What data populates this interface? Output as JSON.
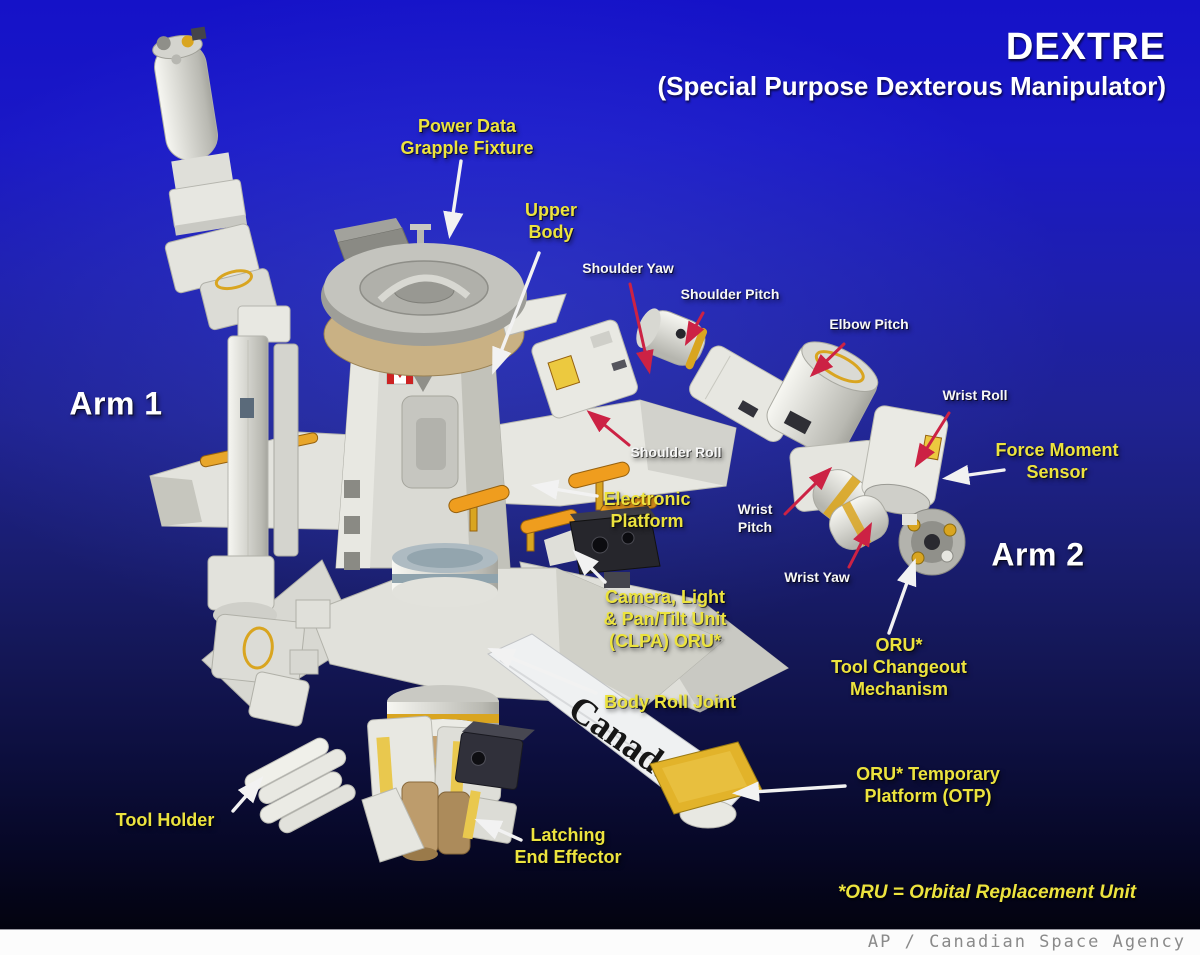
{
  "header": {
    "title": "DEXTRE",
    "subtitle": "(Special Purpose Dexterous Manipulator)"
  },
  "arm_labels": {
    "arm1": "Arm 1",
    "arm2": "Arm 2"
  },
  "callouts": {
    "power_data_grapple_fixture": "Power Data\nGrapple Fixture",
    "upper_body": "Upper\nBody",
    "shoulder_yaw": "Shoulder Yaw",
    "shoulder_pitch": "Shoulder Pitch",
    "elbow_pitch": "Elbow Pitch",
    "wrist_roll": "Wrist Roll",
    "force_moment_sensor": "Force Moment\nSensor",
    "shoulder_roll": "Shoulder Roll",
    "electronic_platform": "Electronic\nPlatform",
    "wrist_pitch": "Wrist\nPitch",
    "wrist_yaw": "Wrist Yaw",
    "camera_light_pan_tilt": "Camera, Light\n& Pan/Tilt Unit\n(CLPA) ORU*",
    "body_roll_joint": "Body Roll Joint",
    "oru_tool_changeout": "ORU*\nTool Changeout\nMechanism",
    "tool_holder": "Tool Holder",
    "latching_end_effector": "Latching\nEnd Effector",
    "oru_temporary_platform": "ORU* Temporary\nPlatform (OTP)"
  },
  "footnote": "*ORU = Orbital Replacement Unit",
  "credit": "AP / Canadian Space Agency",
  "robot": {
    "boom_wordmark": "Canada"
  },
  "colors": {
    "background_top": "#1512c8",
    "background_bottom": "#03030f",
    "label_yellow": "#ece33e",
    "label_white": "#f7f7f7",
    "arrow_red": "#cc2244",
    "arrow_white": "#f2f2f2",
    "robot_gold": "#d9a520",
    "credit_bar_bg": "#fcfcfc",
    "credit_text": "#8a8a8a"
  }
}
